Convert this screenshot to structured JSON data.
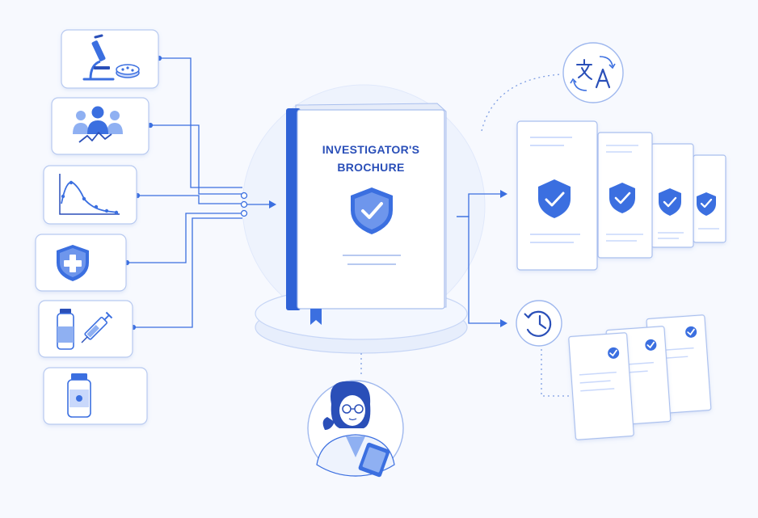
{
  "book": {
    "title_line1": "INVESTIGATOR'S",
    "title_line2": "BROCHURE"
  },
  "colors": {
    "accent": "#3b6fe0",
    "accent_dark": "#2a4fb8",
    "accent_light": "#c9d8fb",
    "stroke": "#a9bfee",
    "background": "#f7f9fe"
  },
  "icons": {
    "inputs": [
      "microscope-icon",
      "patient-population-icon",
      "pharmacokinetic-curve-icon",
      "safety-shield-icon",
      "vial-syringe-icon",
      "medicine-bottle-icon"
    ],
    "translate": "translate-icon",
    "history": "history-icon"
  },
  "translated_documents_count": 4,
  "version_documents_count": 3
}
